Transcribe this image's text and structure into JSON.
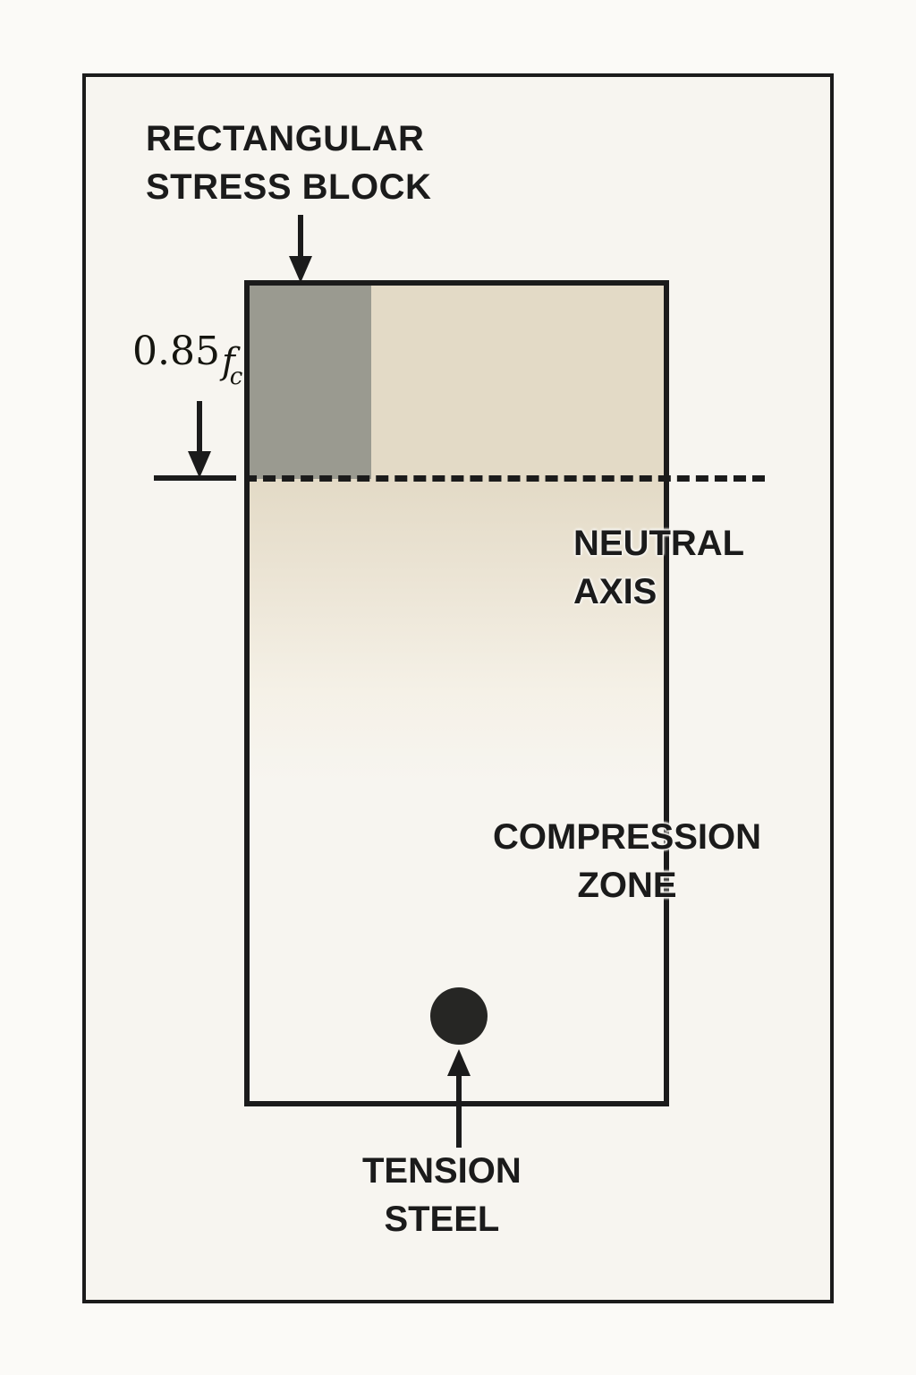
{
  "diagram": {
    "title_lines": [
      "RECTANGULAR",
      "STRESS BLOCK"
    ],
    "stress_label": {
      "coefficient": "0.85",
      "symbol": "f",
      "subscript": "c"
    },
    "labels": {
      "neutral_axis_line1": "NEUTRAL",
      "neutral_axis_line2": "AXIS",
      "compression_zone_line1": "COMPRESSION",
      "compression_zone_line2": "ZONE",
      "tension_steel_line1": "TENSION",
      "tension_steel_line2": "STEEL"
    },
    "colors": {
      "background": "#fbfaf7",
      "panel": "#f7f5f0",
      "ink": "#1b1b1b",
      "stress_block_dark": "#9a9a90",
      "stress_block_light": "#e3dac6",
      "steel_bar": "#262624"
    },
    "icons": {
      "title_pointer": "arrow-down-icon",
      "stress_pointer": "arrow-down-icon",
      "steel_pointer": "arrow-up-icon",
      "steel_bar": "rebar-circle-icon",
      "neutral_axis": "dashed-line-icon"
    }
  }
}
